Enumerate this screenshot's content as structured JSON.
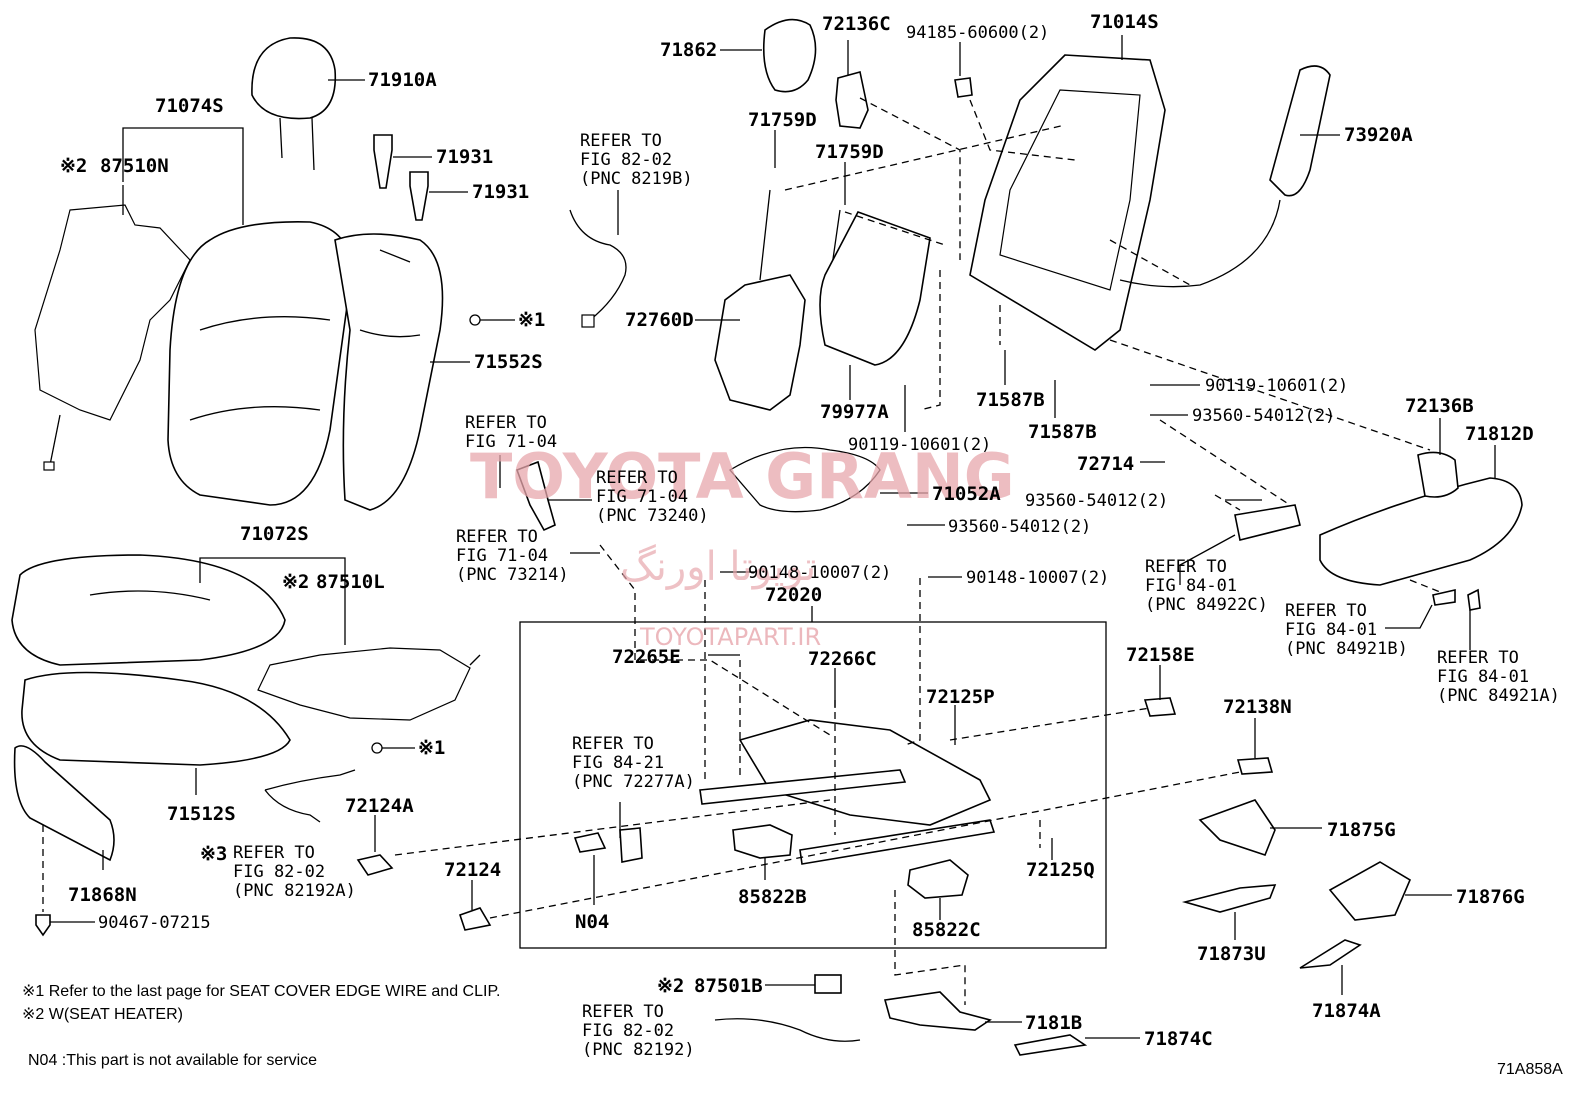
{
  "labels": {
    "p71910A": "71910A",
    "p71074S": "71074S",
    "p87510N": "87510N",
    "p71931a": "71931",
    "p71931b": "71931",
    "p71552S": "71552S",
    "p71862": "71862",
    "p72136C": "72136C",
    "p94185": "94185-60600(2)",
    "p71014S": "71014S",
    "p73920A": "73920A",
    "p71759Da": "71759D",
    "p71759Db": "71759D",
    "p72760D": "72760D",
    "p79977A": "79977A",
    "p90119a": "90119-10601(2)",
    "p71587Ba": "71587B",
    "p71587Bb": "71587B",
    "p90119b": "90119-10601(2)",
    "p93560a": "93560-54012(2)",
    "p72136B": "72136B",
    "p71812D": "71812D",
    "p72714": "72714",
    "p93560b": "93560-54012(2)",
    "p71052A": "71052A",
    "p93560c": "93560-54012(2)",
    "p71072S": "71072S",
    "p87510L": "87510L",
    "p90148a": "90148-10007(2)",
    "p90148b": "90148-10007(2)",
    "p72020": "72020",
    "p72265E": "72265E",
    "p72266C": "72266C",
    "p72125P": "72125P",
    "p72158E": "72158E",
    "p72138N": "72138N",
    "p71512S": "71512S",
    "p72124A": "72124A",
    "p71868N": "71868N",
    "p90467": "90467-07215",
    "p72124": "72124",
    "pN04": "N04",
    "p85822B": "85822B",
    "p85822C": "85822C",
    "p72125Q": "72125Q",
    "p71875G": "71875G",
    "p71876G": "71876G",
    "p71873U": "71873U",
    "p71874A": "71874A",
    "p87501B": "87501B",
    "p7181B": "7181B",
    "p71874C": "71874C"
  },
  "marks": {
    "ref1": "※1",
    "ref2": "※2",
    "ref3": "※3"
  },
  "refs": {
    "r8219B": [
      "REFER TO",
      "FIG 82-02",
      "(PNC 8219B)"
    ],
    "r7104a": [
      "REFER TO",
      "FIG 71-04"
    ],
    "r73240": [
      "REFER TO",
      "FIG 71-04",
      "(PNC 73240)"
    ],
    "r73214": [
      "REFER TO",
      "FIG 71-04",
      "(PNC 73214)"
    ],
    "r84922C": [
      "REFER TO",
      "FIG 84-01",
      "(PNC 84922C)"
    ],
    "r84921B": [
      "REFER TO",
      "FIG 84-01",
      "(PNC 84921B)"
    ],
    "r84921A": [
      "REFER TO",
      "FIG 84-01",
      "(PNC 84921A)"
    ],
    "r72277A": [
      "REFER TO",
      "FIG 84-21",
      "(PNC 72277A)"
    ],
    "r82192A": [
      "REFER TO",
      "FIG 82-02",
      "(PNC 82192A)"
    ],
    "r82192": [
      "REFER TO",
      "FIG 82-02",
      "(PNC 82192)"
    ]
  },
  "notes": {
    "n1": "※1 Refer to the last page for SEAT COVER EDGE WIRE and CLIP.",
    "n2": "※2 W(SEAT HEATER)",
    "n3": "N04 :This part is not available for service"
  },
  "figure_id": "71A858A",
  "watermark": {
    "brand": "TOYOTA GRANG",
    "farsi": "تویوتا اورنگ",
    "url": "TOYOTAPART.IR"
  }
}
